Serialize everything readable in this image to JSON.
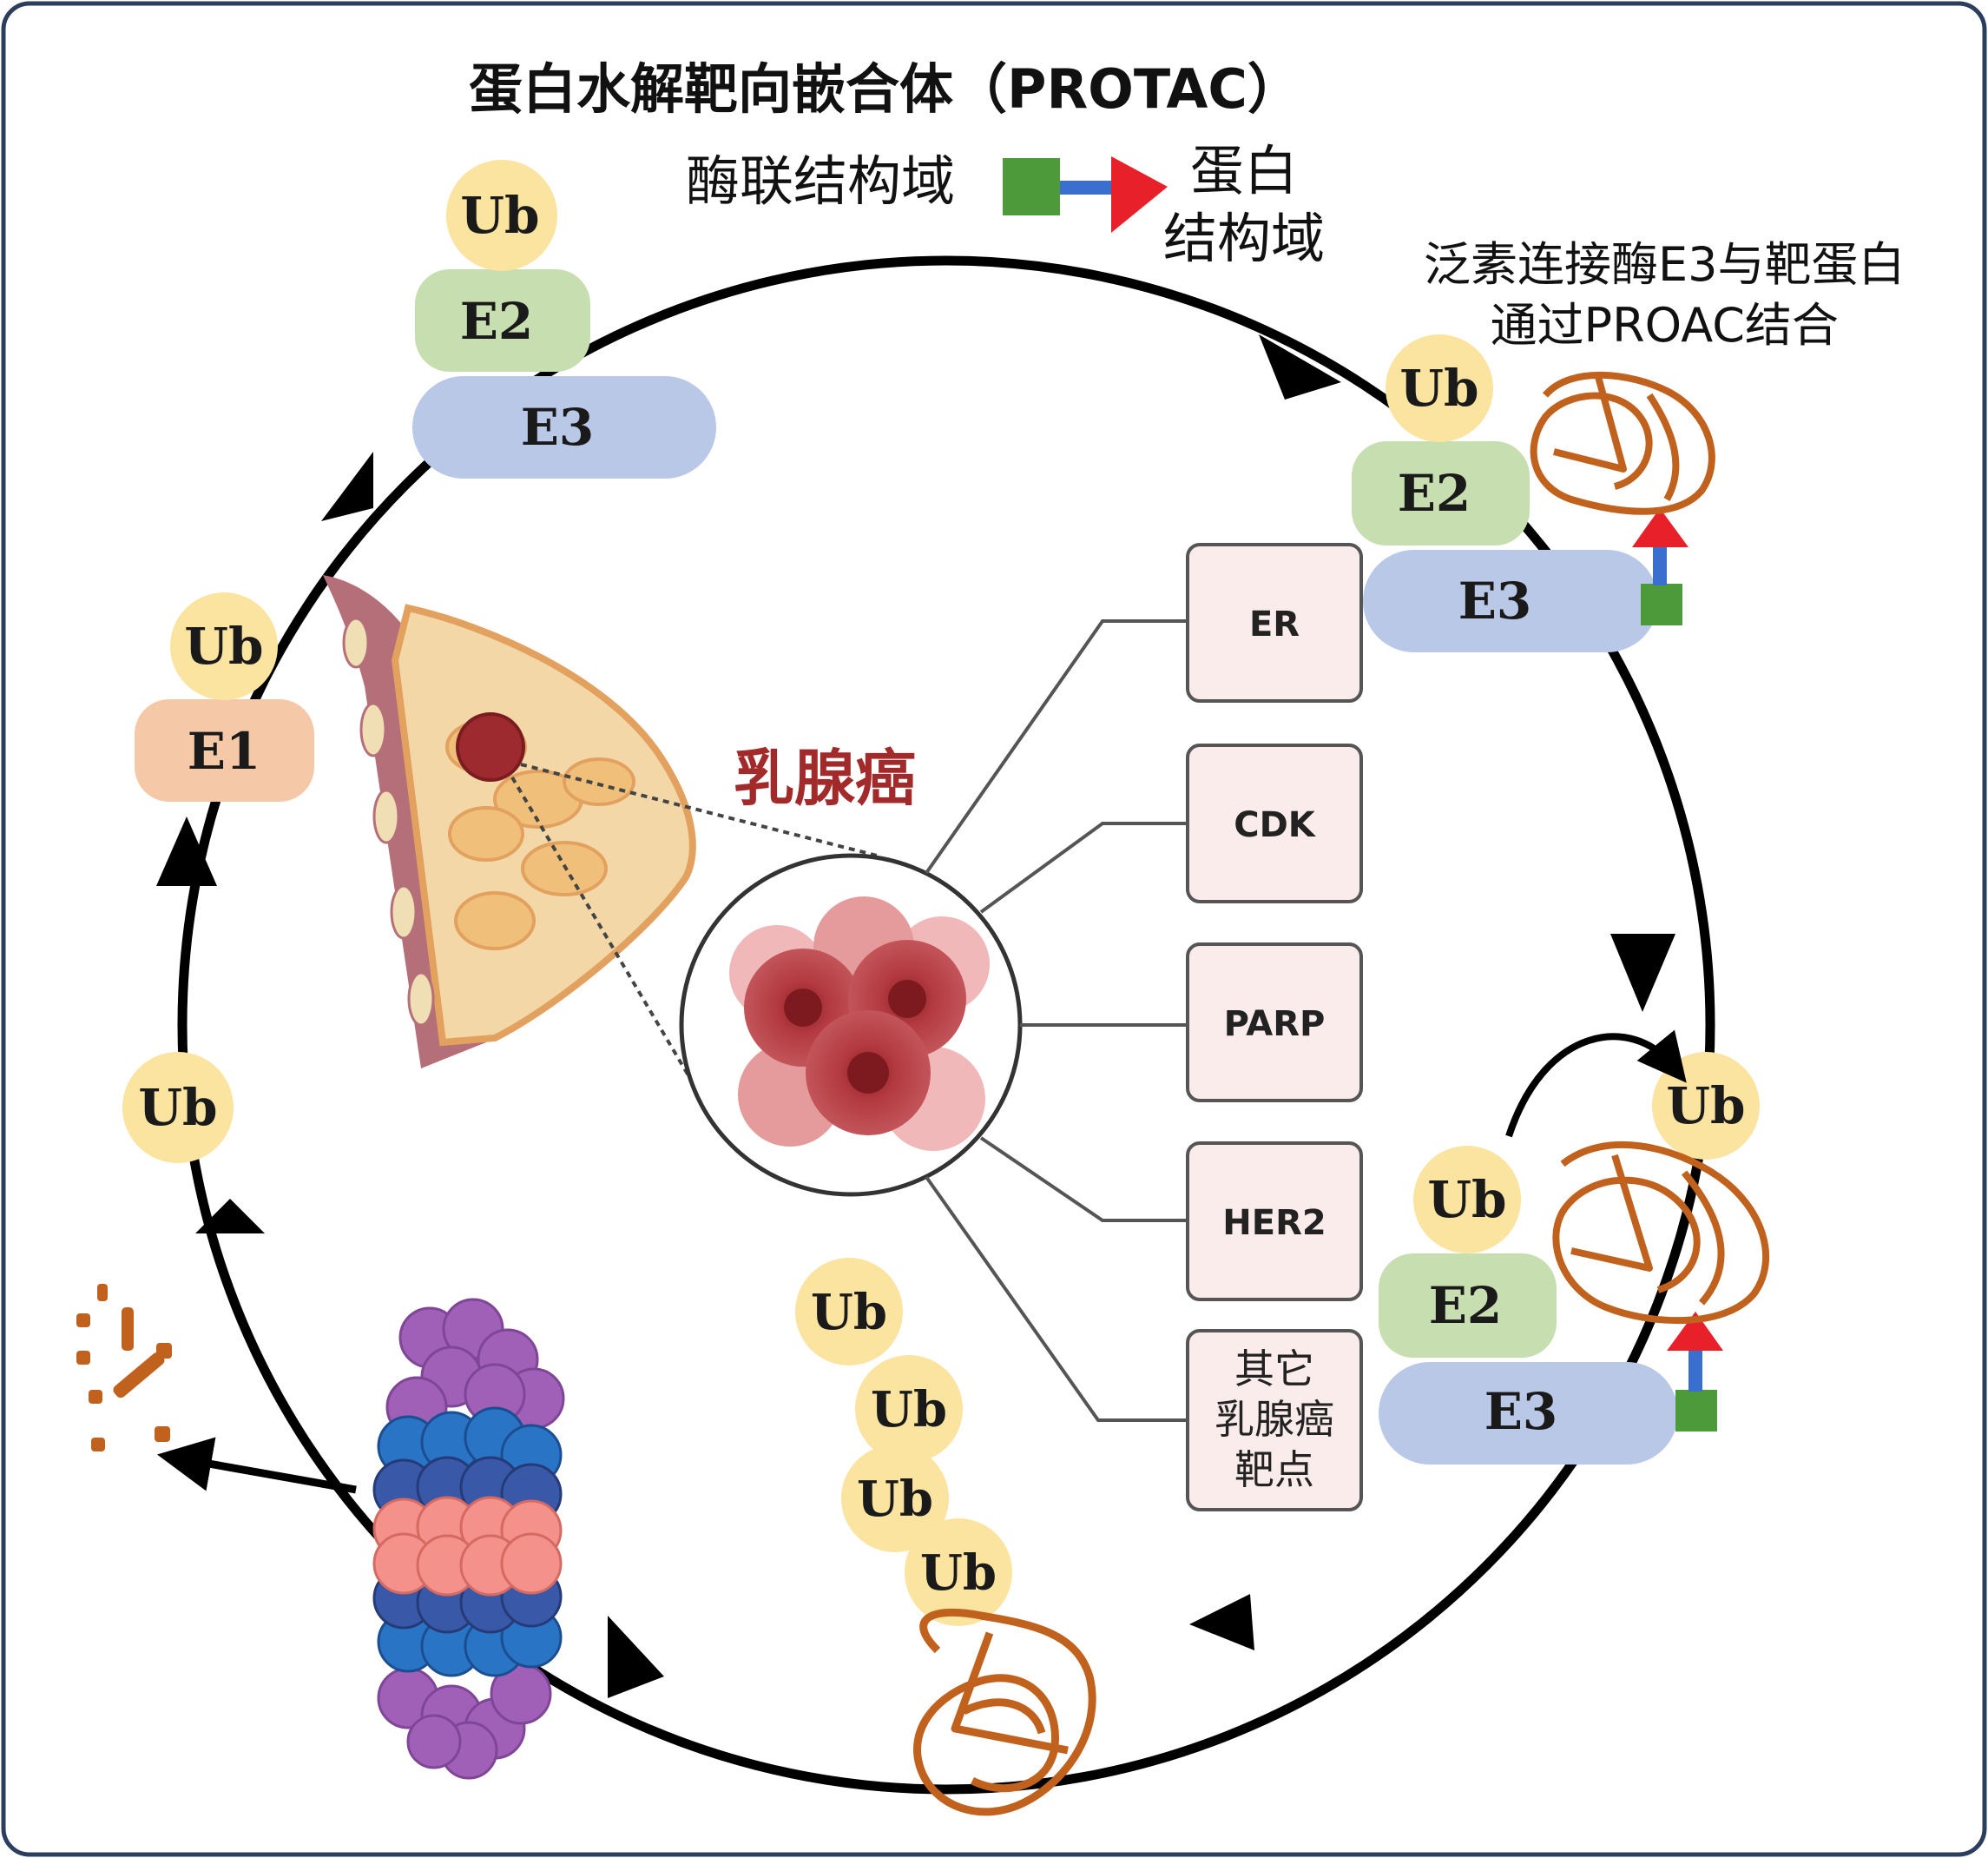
{
  "title": "蛋白水解靶向嵌合体（PROTAC）",
  "linker_label": "酶联结构域",
  "protein_domain_label": [
    "蛋白",
    "结构域"
  ],
  "e3_binding_label": [
    "泛素连接酶E3与靶蛋白",
    "通过PROAC结合"
  ],
  "cancer_label": "乳腺癌",
  "ub": "Ub",
  "e1": "E1",
  "e2": "E2",
  "e3": "E3",
  "targets": [
    "ER",
    "CDK",
    "PARP",
    "HER2"
  ],
  "other_target": [
    "其它",
    "乳腺癌",
    "靶点"
  ],
  "colors": {
    "ub": "#fbe3a0",
    "e1": "#f5c9a8",
    "e2": "#c7deb0",
    "e3": "#b8c8e6",
    "protein": "#c0621e",
    "target_box_fill": "#fbecec",
    "cancer_text": "#a22a2a",
    "anchor": "#4d9a3a",
    "warhead": "#e8202a",
    "linker": "#3a6fcf"
  }
}
